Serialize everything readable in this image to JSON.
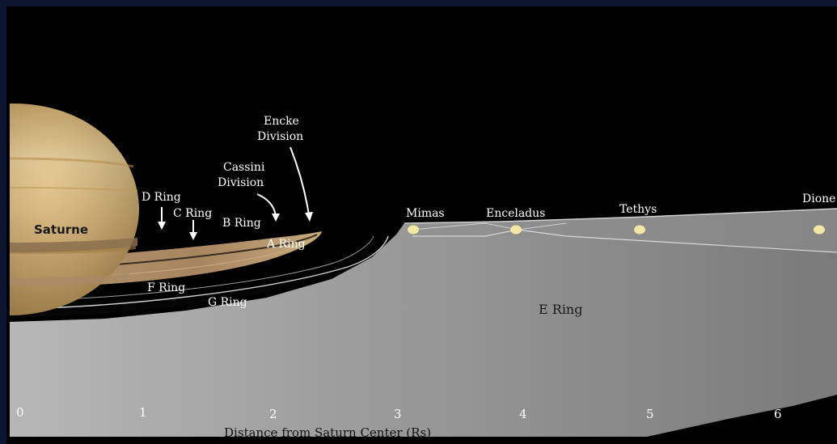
{
  "planet": {
    "label": "Saturne"
  },
  "rings": {
    "d": "D Ring",
    "c": "C Ring",
    "b": "B Ring",
    "a": "A Ring",
    "f": "F Ring",
    "g": "G Ring",
    "e": "E Ring"
  },
  "divisions": {
    "cassini_line1": "Cassini",
    "cassini_line2": "Division",
    "encke_line1": "Encke",
    "encke_line2": "Division"
  },
  "moons": {
    "mimas": "Mimas",
    "enceladus": "Enceladus",
    "tethys": "Tethys",
    "dione": "Dione"
  },
  "axis": {
    "ticks": [
      "0",
      "1",
      "2",
      "3",
      "4",
      "5",
      "6"
    ],
    "title": "Distance from Saturn Center (Rs)"
  },
  "colors": {
    "space": "#000000",
    "frame": "#0d1630",
    "e_ring": "#8c8c8c",
    "moon": "#f3e7a6",
    "planet": "#d9b56a"
  }
}
